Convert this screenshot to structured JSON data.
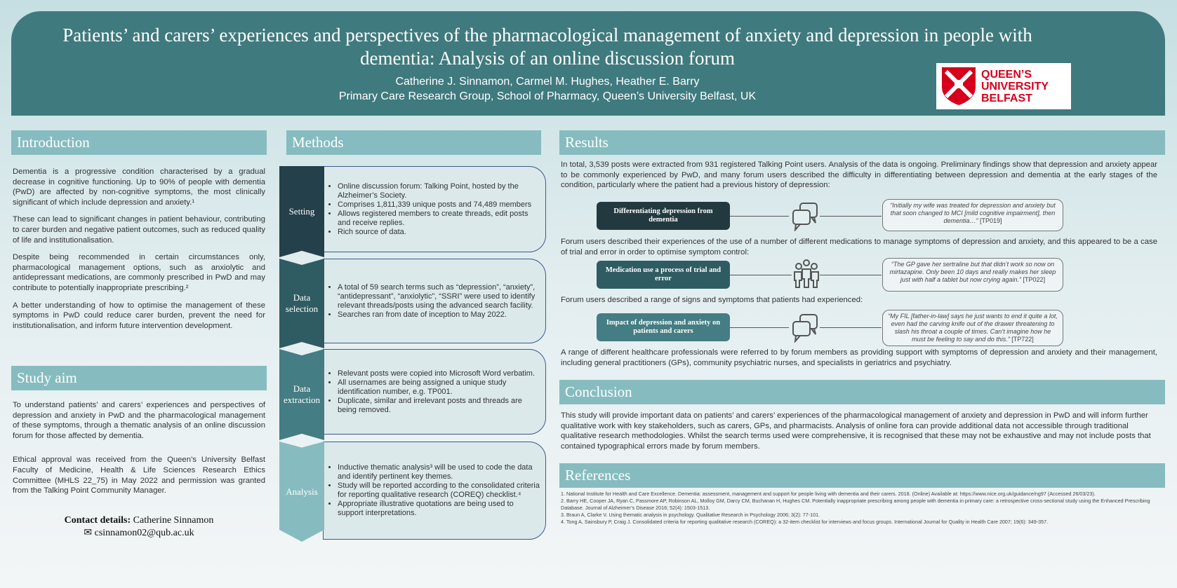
{
  "header": {
    "title": "Patients’ and carers’ experiences and perspectives of the pharmacological management of anxiety and depression in people with dementia: Analysis of an online discussion forum",
    "authors": "Catherine J. Sinnamon, Carmel M. Hughes, Heather E. Barry",
    "affiliation": "Primary Care Research Group, School of Pharmacy, Queen’s University Belfast, UK",
    "logo_text": [
      "QUEEN’S",
      "UNIVERSITY",
      "BELFAST"
    ]
  },
  "introduction": {
    "heading": "Introduction",
    "paragraphs": [
      "Dementia is a progressive condition characterised by a gradual decrease in cognitive functioning. Up to 90% of people with dementia (PwD) are affected by non-cognitive symptoms, the most clinically significant of which include depression and anxiety.¹",
      "These can lead to significant changes in patient behaviour, contributing to carer burden and negative patient outcomes, such as reduced quality of life and institutionalisation.",
      "Despite being recommended in certain circumstances only, pharmacological management options, such as anxiolytic and antidepressant medications, are commonly prescribed in PwD and may contribute to potentially inappropriate prescribing.²",
      "A better understanding of how to optimise the management of these symptoms in PwD could reduce carer burden, prevent the need for institutionalisation, and inform future intervention development."
    ]
  },
  "study_aim": {
    "heading": "Study aim",
    "paragraphs": [
      "To understand patients’ and carers’ experiences and perspectives of depression and anxiety in PwD and the pharmacological management of these symptoms, through a thematic analysis of an online discussion forum for those affected by dementia.",
      "Ethical approval was received from the Queen’s University Belfast Faculty of Medicine, Health & Life Sciences Research Ethics Committee (MHLS 22_75) in May 2022 and permission was granted from the Talking Point Community Manager."
    ]
  },
  "contact": {
    "label": "Contact details:",
    "name": "Catherine Sinnamon",
    "email": "csinnamon02@qub.ac.uk"
  },
  "methods": {
    "heading": "Methods",
    "steps": [
      {
        "label": "Setting",
        "items": [
          "Online discussion forum: Talking Point, hosted by the Alzheimer’s Society.",
          "Comprises 1,811,339 unique posts and 74,489 members",
          "Allows registered members to create threads, edit posts and receive replies.",
          "Rich source of data."
        ]
      },
      {
        "label": "Data selection",
        "items": [
          "A total of 59 search terms such as “depression”, “anxiety”, “antidepressant”, “anxiolytic”, “SSRI” were used to identify relevant threads/posts using the advanced search facility.",
          "Searches ran from date of inception to May 2022."
        ]
      },
      {
        "label": "Data extraction",
        "items": [
          "Relevant posts were copied into Microsoft Word verbatim.",
          "All usernames are being assigned a unique study identification number, e.g. TP001.",
          "Duplicate, similar and irrelevant posts and threads are being removed."
        ]
      },
      {
        "label": "Analysis",
        "items": [
          "Inductive thematic analysis³ will be used to code the data and identify pertinent key themes.",
          "Study will be reported according to the consolidated criteria for reporting qualitative research (COREQ) checklist.⁴",
          "Appropriate illustrative quotations are being used to support interpretations."
        ]
      }
    ]
  },
  "results": {
    "heading": "Results",
    "intro": "In total, 3,539 posts were extracted from 931 registered Talking Point users. Analysis of the data is ongoing. Preliminary findings show that depression and anxiety appear to be commonly experienced by PwD, and many forum users described the difficulty in differentiating between depression and dementia at the early stages of the condition, particularly where the patient had a previous history of depression:",
    "mid1": "Forum users described their experiences of the use of a number of different medications to manage symptoms of depression and anxiety, and this appeared to be a case of trial and error in order to optimise symptom control:",
    "mid2": "Forum users described a range of signs and symptoms that patients had experienced:",
    "outro": "A range of different healthcare professionals were referred to by forum members as providing support with symptoms of depression and anxiety and their management, including general practitioners (GPs), community psychiatric nurses, and specialists in geriatrics and psychiatry.",
    "themes": [
      {
        "title": "Differentiating depression from dementia",
        "icon": "chat-bubbles-icon",
        "quote": "“Initially my wife was treated for depression and anxiety but that soon changed to MCI [mild cognitive impairment], then dementia…”",
        "id": "[TP019]",
        "color": "#22393f"
      },
      {
        "title": "Medication use a process of trial and error",
        "icon": "people-group-icon",
        "quote": "“The GP gave her sertraline but that didn’t work so now on mirtazapine. Only been 10 days and really makes her sleep just with half a tablet but now crying again.”",
        "id": "[TP022]",
        "color": "#2f5c62"
      },
      {
        "title": "Impact of depression and anxiety on patients and carers",
        "icon": "chat-bubbles-icon",
        "quote": "“My FIL [father-in-law] says he just wants to end it quite a lot, even had the carving knife out of the drawer threatening to slash his throat a couple of times. Can’t imagine how he must be feeling to say and do this.”",
        "id": "[TP722]",
        "color": "#447d83"
      }
    ]
  },
  "conclusion": {
    "heading": "Conclusion",
    "text": "This study will provide important data on patients’ and carers’ experiences of the pharmacological management of anxiety and depression in PwD and will inform further qualitative work with key stakeholders, such as carers, GPs, and pharmacists. Analysis of online fora can provide additional data not accessible through traditional qualitative research methodologies. Whilst the search terms used were comprehensive, it is recognised that these may not be exhaustive and may not include posts that contained typographical errors made by forum members."
  },
  "references": {
    "heading": "References",
    "items": [
      "1. National Institute for Health and Care Excellence. Dementia: assessment, management and support for people living with dementia and their carers. 2018. (Online) Available at: https://www.nice.org.uk/guidance/ng97 (Accessed 26/03/23).",
      "2. Barry HE, Cooper JA, Ryan C, Passmore AP, Robinson AL, Molloy GM, Darcy CM, Buchanan H,  Hughes CM. Potentially inappropriate prescribing among people with dementia in primary care: a retrospective cross-sectional study using the Enhanced Prescribing Database. Journal of Alzheimer’s Disease 2016; 52(4): 1503-1513.",
      "3. Braun A, Clarke V. Using thematic analysis in psychology. Qualitative Research in Psychology 2006; 3(2): 77-101.",
      "4. Tong A, Sainsbury P, Craig J. Consolidated criteria for reporting qualitative research (COREQ): a 32-item checklist for interviews and focus groups. International Journal for Quality in Health Care 2007; 19(6): 349-357."
    ]
  }
}
